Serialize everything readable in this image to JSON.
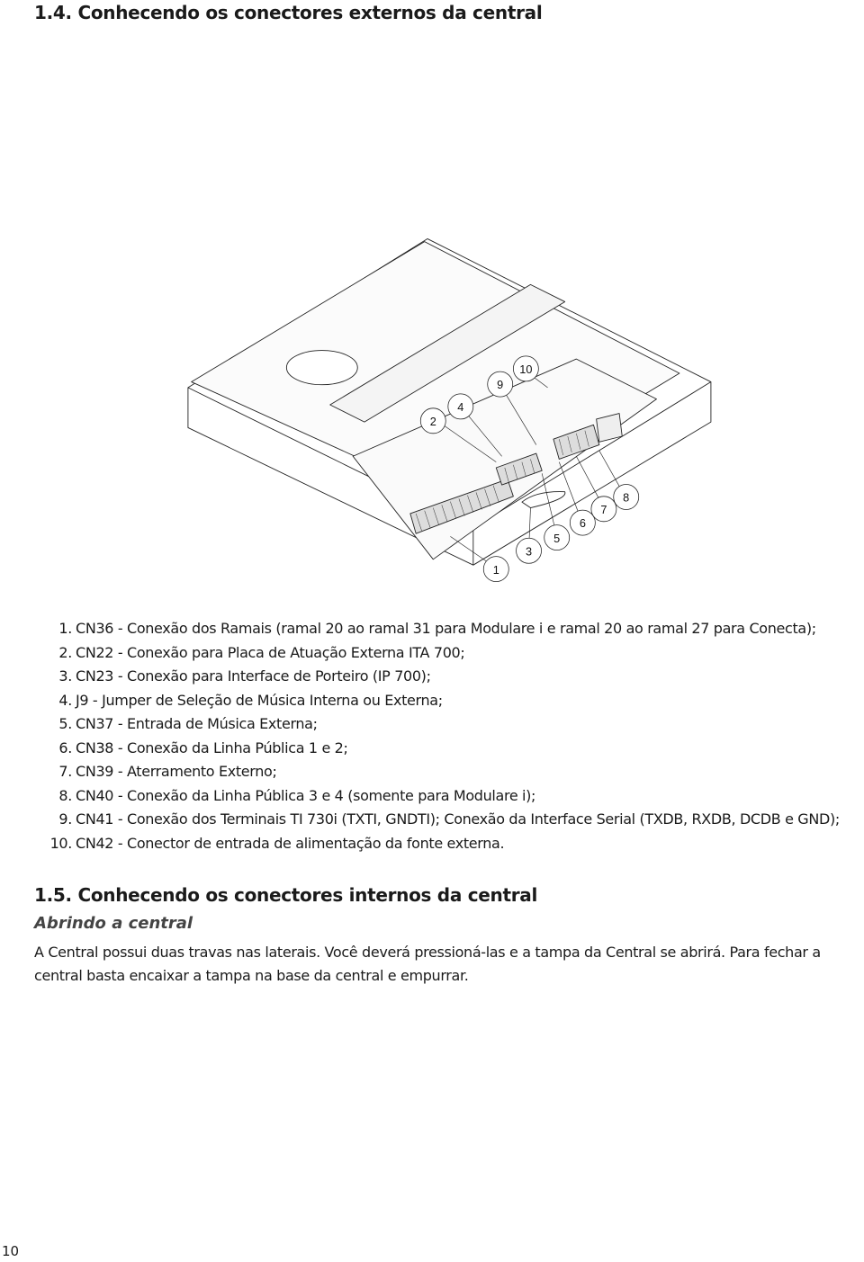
{
  "section_14": {
    "title": "1.4. Conhecendo os conectores externos da central"
  },
  "figure": {
    "callouts": [
      "1",
      "2",
      "3",
      "4",
      "5",
      "6",
      "7",
      "8",
      "9",
      "10"
    ]
  },
  "legend": [
    {
      "num": "1.",
      "text": "CN36 - Conexão dos Ramais (ramal 20 ao ramal 31 para Modulare i e ramal 20 ao ramal 27 para Conecta);"
    },
    {
      "num": "2.",
      "text": "CN22 - Conexão para Placa de Atuação Externa ITA 700;"
    },
    {
      "num": "3.",
      "text": "CN23 - Conexão para Interface de Porteiro (IP 700);"
    },
    {
      "num": "4.",
      "text": "J9 - Jumper de Seleção de Música Interna ou Externa;"
    },
    {
      "num": "5.",
      "text": "CN37 - Entrada de Música Externa;"
    },
    {
      "num": "6.",
      "text": "CN38 - Conexão da Linha Pública 1 e 2;"
    },
    {
      "num": "7.",
      "text": "CN39 - Aterramento Externo;"
    },
    {
      "num": "8.",
      "text": "CN40 - Conexão da Linha Pública 3 e 4 (somente para Modulare i);"
    },
    {
      "num": "9.",
      "text": "CN41 - Conexão dos Terminais TI 730i (TXTI, GNDTI); Conexão da Interface Serial (TXDB, RXDB, DCDB e GND);"
    },
    {
      "num": "10.",
      "text": "CN42 - Conector de entrada de alimentação da fonte externa."
    }
  ],
  "section_15": {
    "title": "1.5. Conhecendo os conectores internos da central",
    "subtitle": "Abrindo a central",
    "paragraph": "A Central possui duas travas nas laterais. Você deverá pressioná-las e a tampa da Central se abrirá. Para fechar a central basta encaixar a tampa na base da central e empurrar."
  },
  "page_number": "10"
}
